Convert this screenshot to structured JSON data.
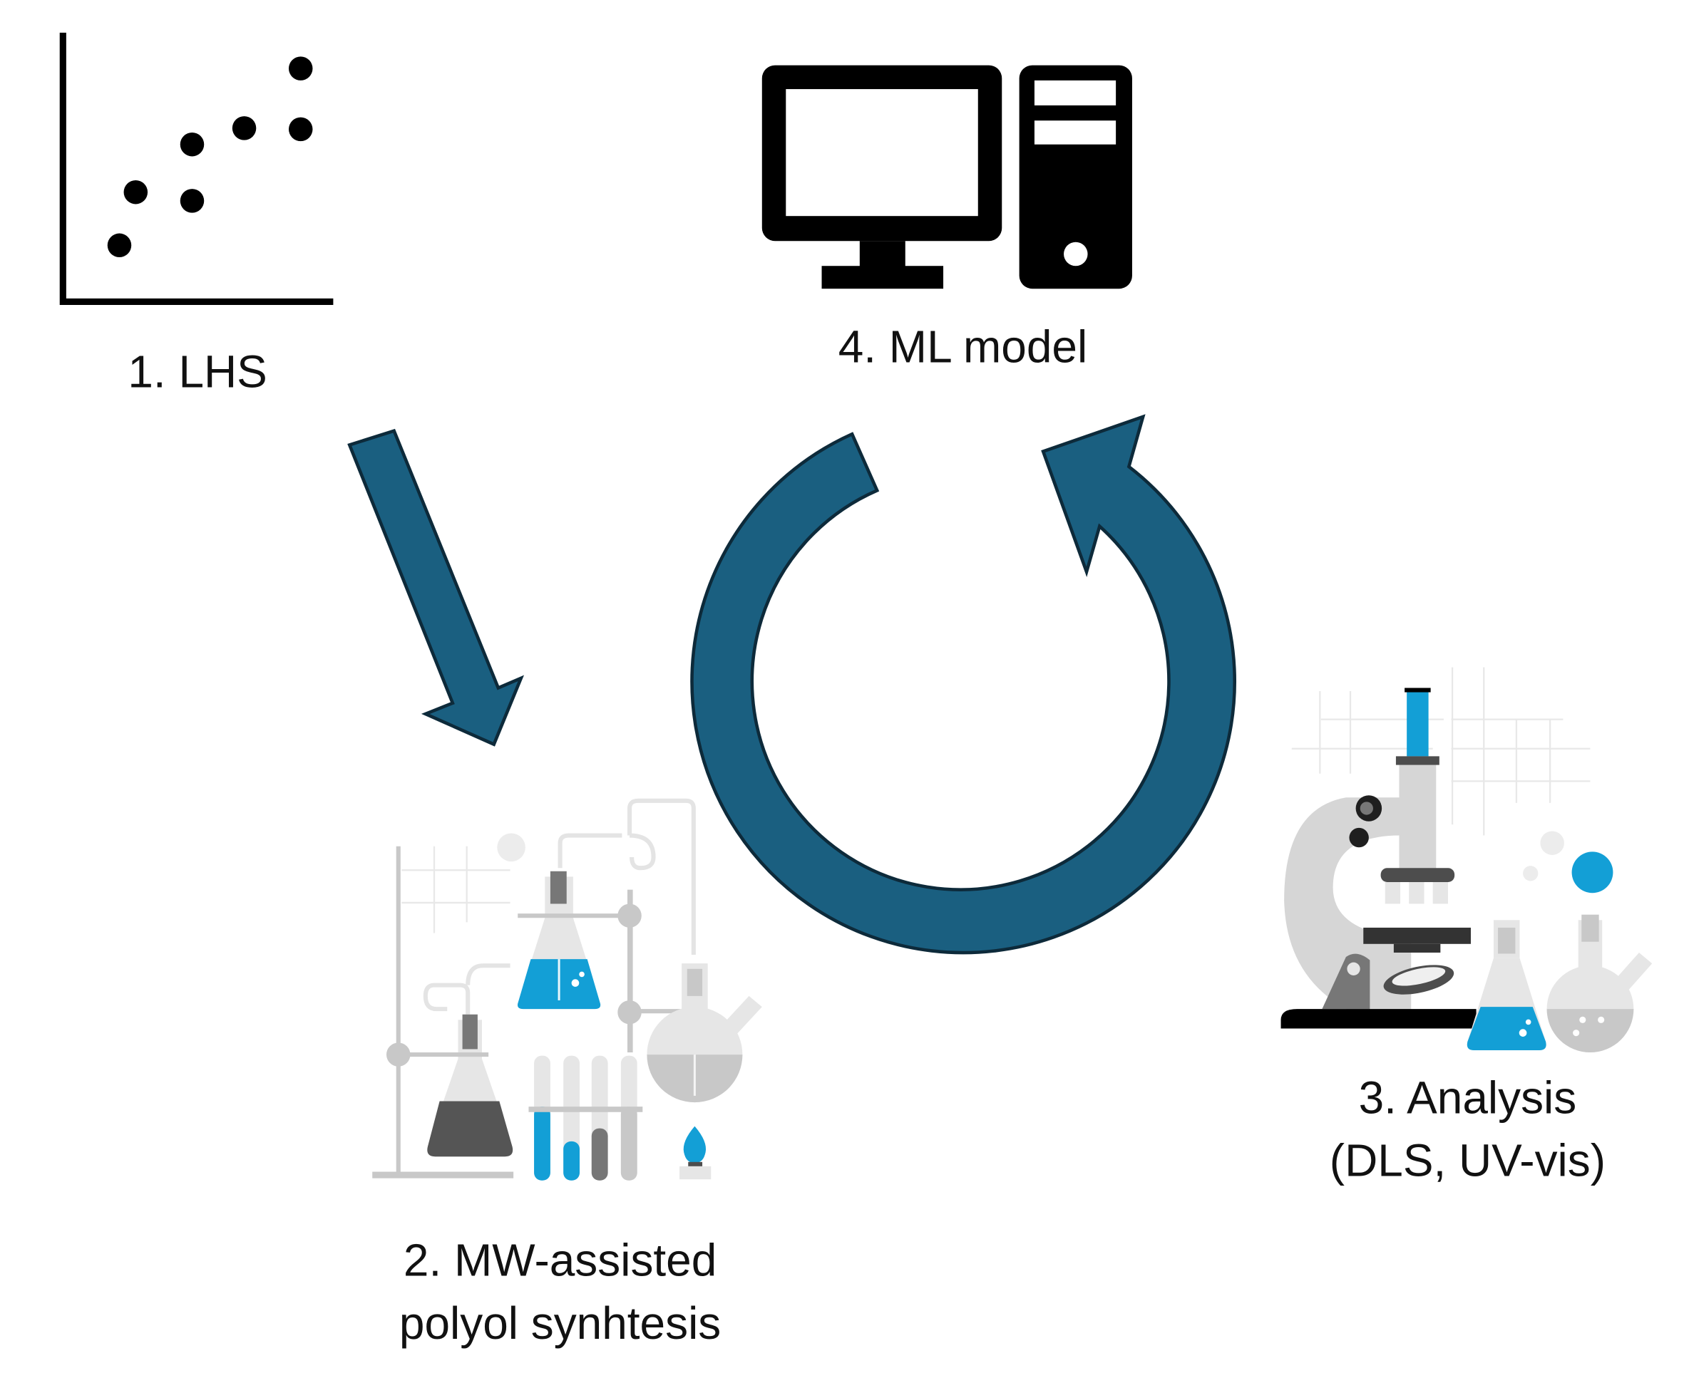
{
  "steps": {
    "lhs": {
      "label": "1. LHS",
      "icon": "scatter-plot-icon"
    },
    "synthesis": {
      "label_line1": "2. MW-assisted",
      "label_line2": "polyol synhtesis",
      "icon": "lab-glassware-icon"
    },
    "analysis": {
      "label_line1": "3. Analysis",
      "label_line2": "(DLS, UV-vis)",
      "icon": "microscope-icon"
    },
    "ml": {
      "label": "4. ML model",
      "icon": "desktop-computer-icon"
    }
  },
  "colors": {
    "arrow_fill": "#1a5f80",
    "arrow_outline": "#0d2a3a",
    "accent_blue": "#139fd6",
    "icon_black": "#000000"
  },
  "arrows": {
    "lhs_to_synthesis": "straight-arrow",
    "iteration_loop": "circular-arrow"
  }
}
